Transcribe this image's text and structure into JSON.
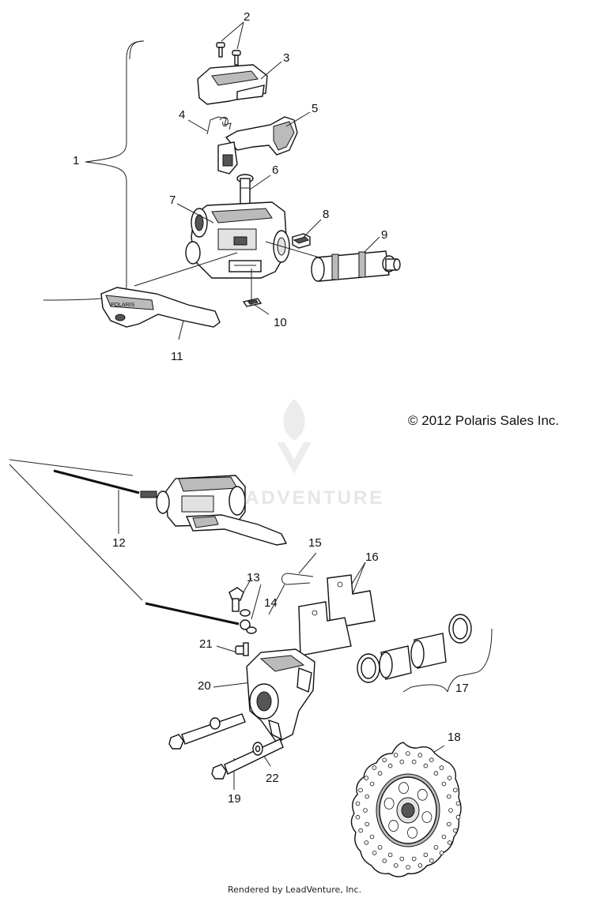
{
  "callouts": [
    "1",
    "2",
    "3",
    "4",
    "5",
    "6",
    "7",
    "8",
    "9",
    "10",
    "11",
    "12",
    "13",
    "14",
    "15",
    "16",
    "17",
    "18",
    "19",
    "20",
    "21",
    "22"
  ],
  "copyright": "© 2012 Polaris Sales Inc.",
  "watermark": "ADVENTURE",
  "footer": "Rendered by LeadVenture, Inc."
}
